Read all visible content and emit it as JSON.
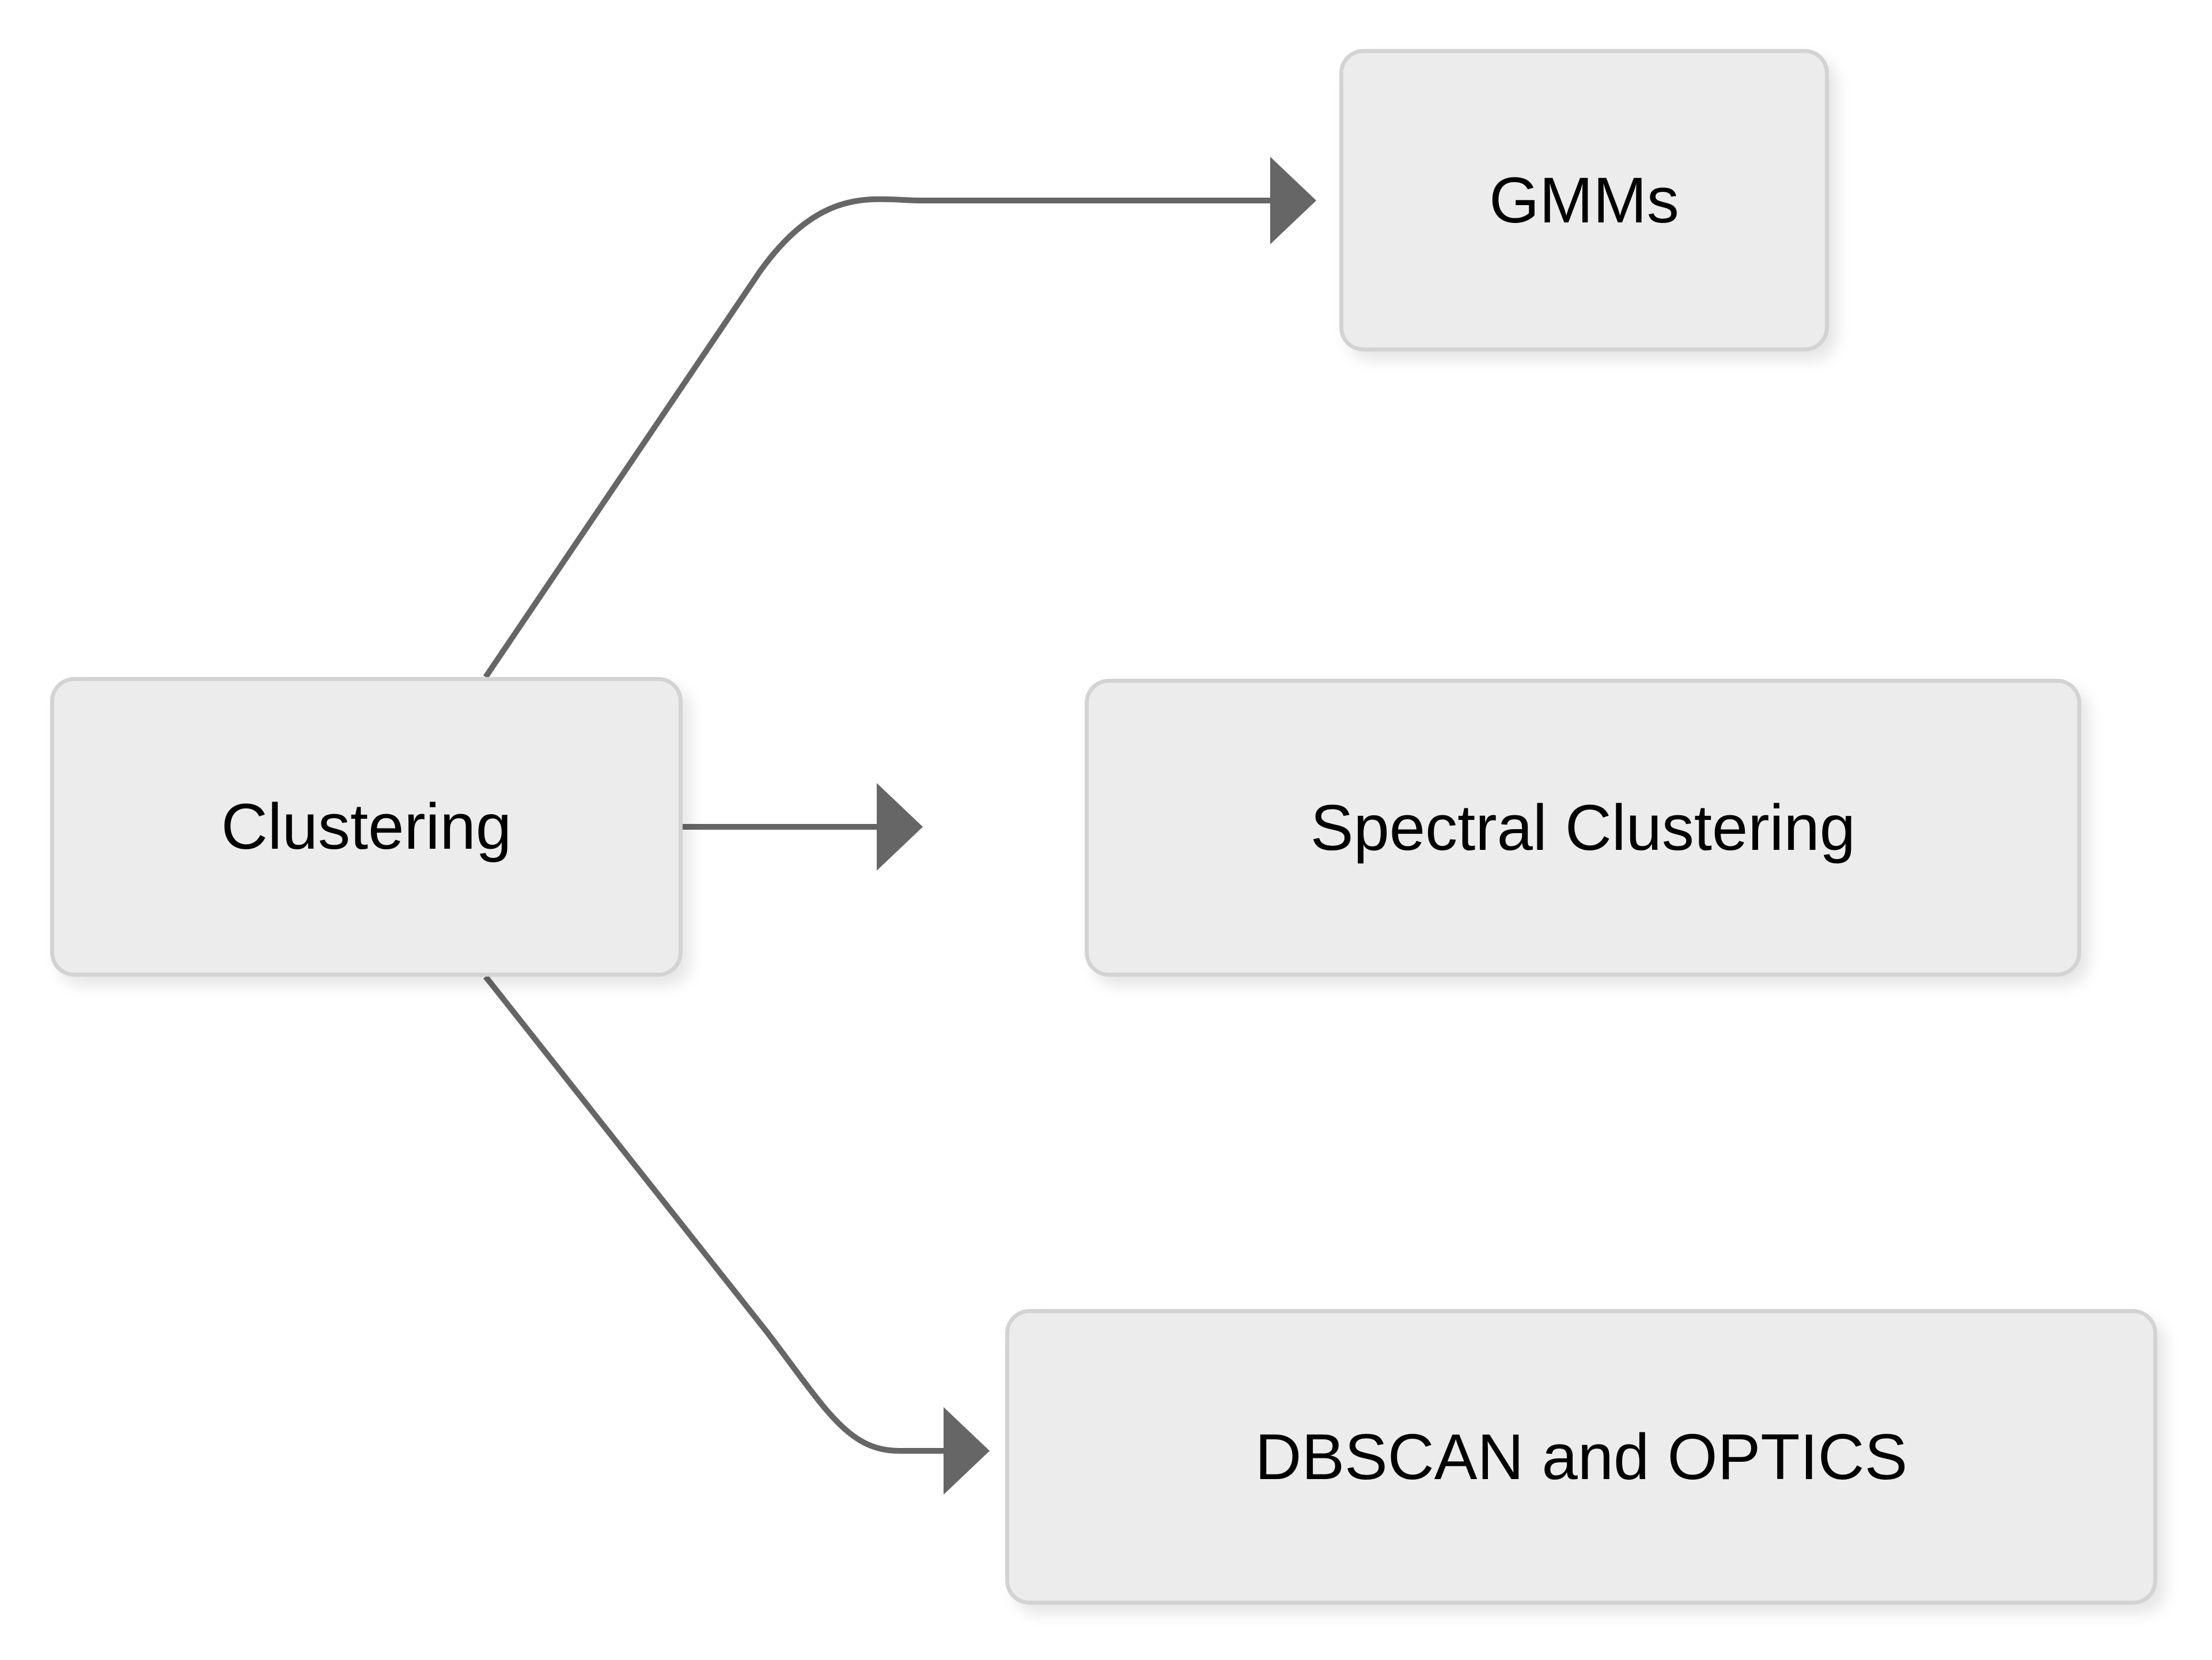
{
  "diagram": {
    "type": "flowchart",
    "direction": "left-to-right",
    "background_color": "#FFFFFF",
    "node_fill_color": "#ECECEC",
    "node_border_color": "#D3D3D3",
    "edge_color": "#666666",
    "text_color": "#000000",
    "nodes": [
      {
        "id": "clustering",
        "label": "Clustering",
        "role": "root"
      },
      {
        "id": "gmms",
        "label": "GMMs",
        "role": "leaf"
      },
      {
        "id": "spectral",
        "label": "Spectral Clustering",
        "role": "leaf"
      },
      {
        "id": "dbscan",
        "label": "DBSCAN and OPTICS",
        "role": "leaf"
      }
    ],
    "edges": [
      {
        "id": "edge-clustering-gmms",
        "from": "clustering",
        "to": "gmms",
        "label": "",
        "arrow": "arrowhead-icon"
      },
      {
        "id": "edge-clustering-spectral",
        "from": "clustering",
        "to": "spectral",
        "label": "",
        "arrow": "arrowhead-icon"
      },
      {
        "id": "edge-clustering-dbscan",
        "from": "clustering",
        "to": "dbscan",
        "label": "",
        "arrow": "arrowhead-icon"
      }
    ]
  }
}
